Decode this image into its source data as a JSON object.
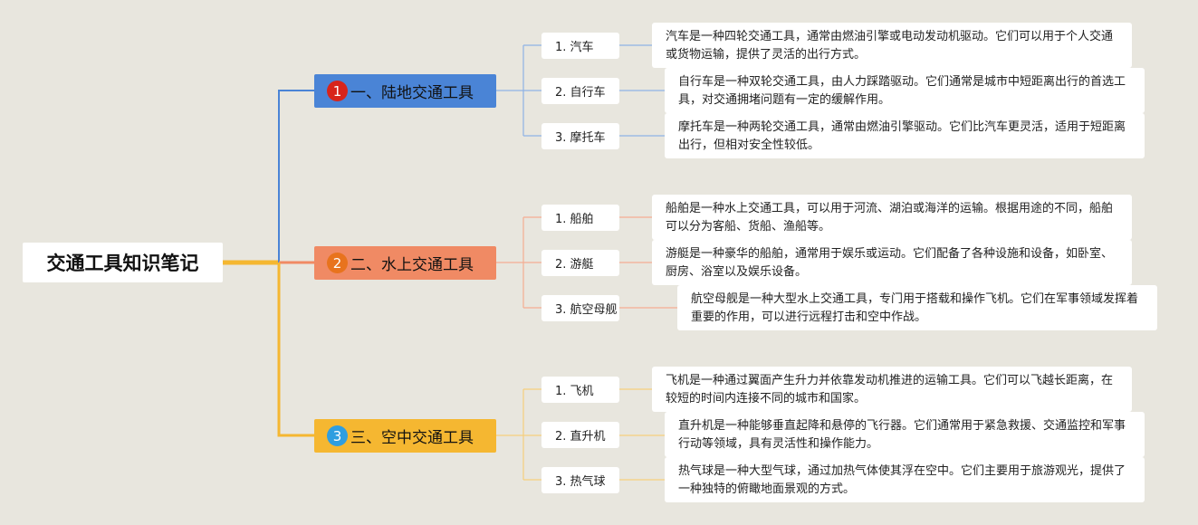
{
  "root": {
    "title": "交通工具知识笔记"
  },
  "colors": {
    "land": "#4a84d6",
    "water": "#f08a64",
    "air": "#f5b731",
    "root_line": "#f5b731",
    "badge1": "#d8241b",
    "badge2": "#e8731d",
    "badge3": "#2f9ee0"
  },
  "branches": [
    {
      "number": "1",
      "label": "一、陆地交通工具",
      "items": [
        {
          "label": "1. 汽车",
          "desc": "汽车是一种四轮交通工具，通常由燃油引擎或电动发动机驱动。它们可以用于个人交通或货物运输，提供了灵活的出行方式。"
        },
        {
          "label": "2. 自行车",
          "desc": "自行车是一种双轮交通工具，由人力踩踏驱动。它们通常是城市中短距离出行的首选工具，对交通拥堵问题有一定的缓解作用。"
        },
        {
          "label": "3. 摩托车",
          "desc": "摩托车是一种两轮交通工具，通常由燃油引擎驱动。它们比汽车更灵活，适用于短距离出行，但相对安全性较低。"
        }
      ]
    },
    {
      "number": "2",
      "label": "二、水上交通工具",
      "items": [
        {
          "label": "1. 船舶",
          "desc": "船舶是一种水上交通工具，可以用于河流、湖泊或海洋的运输。根据用途的不同，船舶可以分为客船、货船、渔船等。"
        },
        {
          "label": "2. 游艇",
          "desc": "游艇是一种豪华的船舶，通常用于娱乐或运动。它们配备了各种设施和设备，如卧室、厨房、浴室以及娱乐设备。"
        },
        {
          "label": "3. 航空母舰",
          "desc": "航空母舰是一种大型水上交通工具，专门用于搭载和操作飞机。它们在军事领域发挥着重要的作用，可以进行远程打击和空中作战。"
        }
      ]
    },
    {
      "number": "3",
      "label": "三、空中交通工具",
      "items": [
        {
          "label": "1. 飞机",
          "desc": "飞机是一种通过翼面产生升力并依靠发动机推进的运输工具。它们可以飞越长距离，在较短的时间内连接不同的城市和国家。"
        },
        {
          "label": "2. 直升机",
          "desc": "直升机是一种能够垂直起降和悬停的飞行器。它们通常用于紧急救援、交通监控和军事行动等领域，具有灵活性和操作能力。"
        },
        {
          "label": "3. 热气球",
          "desc": "热气球是一种大型气球，通过加热气体使其浮在空中。它们主要用于旅游观光，提供了一种独特的俯瞰地面景观的方式。"
        }
      ]
    }
  ]
}
